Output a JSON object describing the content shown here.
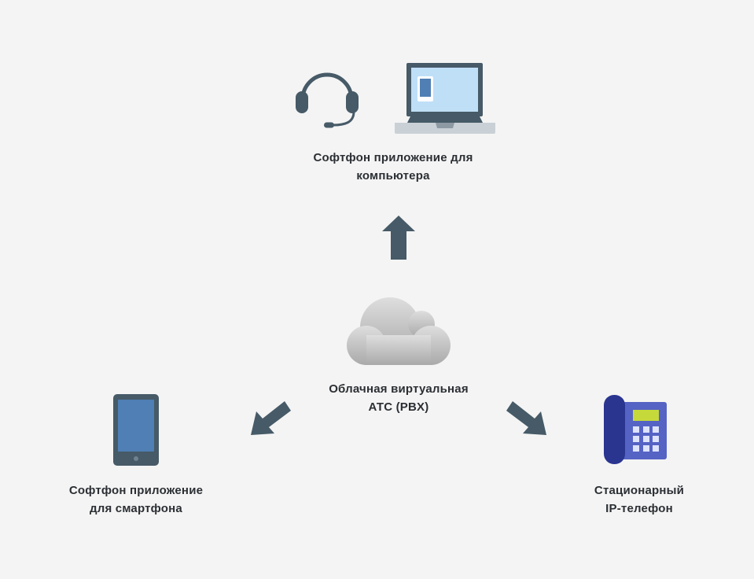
{
  "diagram": {
    "top_node": {
      "label_line1": "Софтфон приложение для",
      "label_line2": "компьютера",
      "icons": [
        "headset-icon",
        "laptop-icon"
      ]
    },
    "center_node": {
      "label_line1": "Облачная виртуальная",
      "label_line2": "АТС (PBX)",
      "icons": [
        "cloud-icon"
      ]
    },
    "left_node": {
      "label_line1": "Софтфон приложение",
      "label_line2": "для смартфона",
      "icons": [
        "smartphone-icon"
      ]
    },
    "right_node": {
      "label_line1": "Стационарный",
      "label_line2": "IP-телефон",
      "icons": [
        "desk-phone-icon"
      ]
    },
    "colors": {
      "background": "#f4f4f4",
      "arrow": "#465a67",
      "screen": "#bfdff7",
      "phone_body": "#2a3590",
      "phone_panel": "#5563c4",
      "phone_display": "#c6d93b",
      "text": "#2b2f33"
    }
  }
}
